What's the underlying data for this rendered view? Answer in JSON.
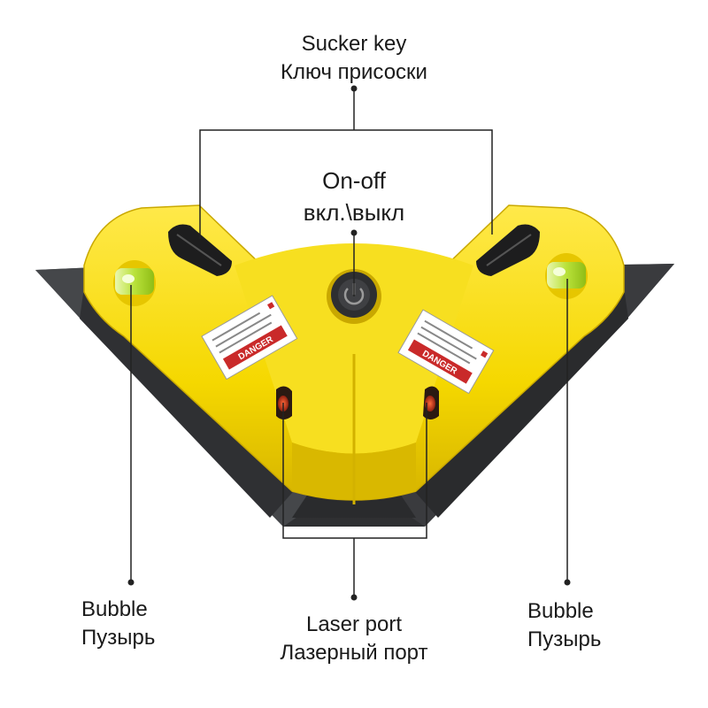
{
  "callouts": {
    "sucker_key": {
      "en": "Sucker key",
      "ru": "Ключ присоски"
    },
    "on_off": {
      "en": "On-off",
      "ru": "вкл.\\выкл"
    },
    "bubble_left": {
      "en": "Bubble",
      "ru": "Пузырь"
    },
    "laser_port": {
      "en": "Laser port",
      "ru": "Лазерный порт"
    },
    "bubble_right": {
      "en": "Bubble",
      "ru": "Пузырь"
    }
  },
  "warning_label": {
    "title": "DANGER"
  },
  "colors": {
    "body_yellow": "#f5d800",
    "body_shadow": "#d9b800",
    "base_gray": "#4a4c4f",
    "base_dark": "#2e2f31",
    "leader_line": "#222222",
    "laser_red": "#c0261c",
    "bubble_green": "#b9e23a"
  },
  "icons": {
    "power_button": "power-icon"
  }
}
